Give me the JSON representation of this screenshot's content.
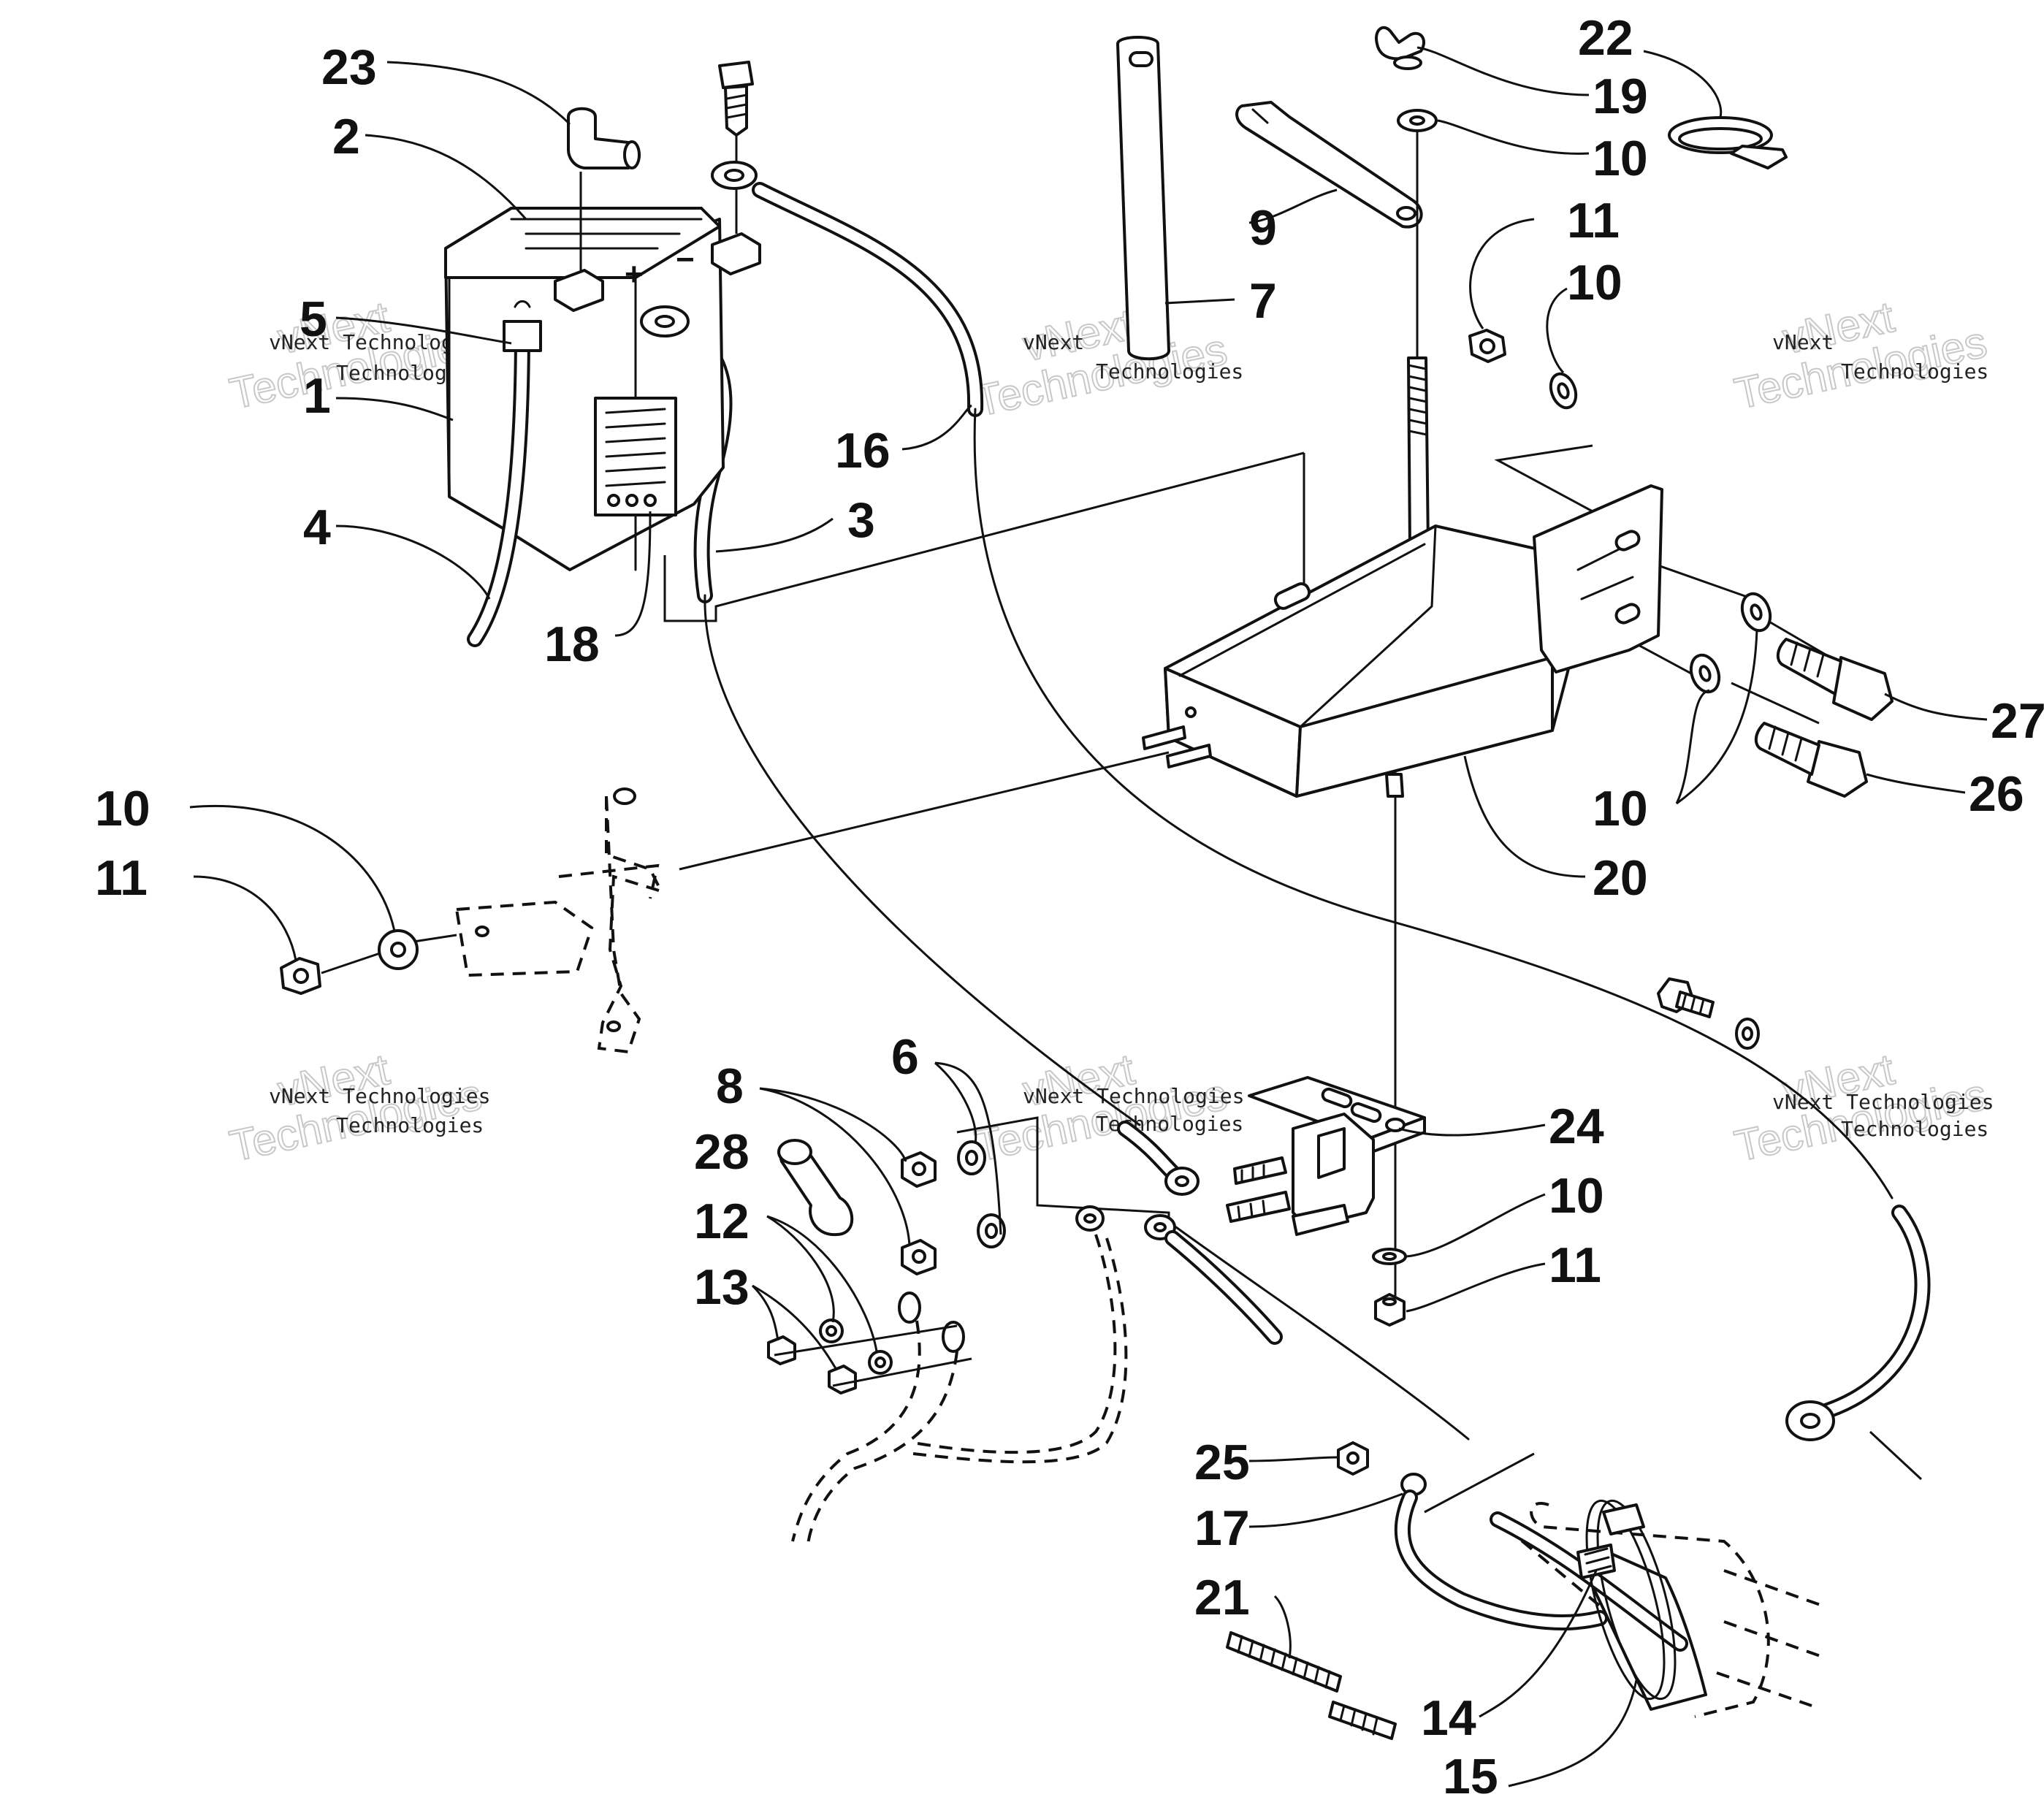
{
  "diagram": {
    "callouts": [
      {
        "id": "c23",
        "label": "23"
      },
      {
        "id": "c2",
        "label": "2"
      },
      {
        "id": "c5",
        "label": "5"
      },
      {
        "id": "c1",
        "label": "1"
      },
      {
        "id": "c4",
        "label": "4"
      },
      {
        "id": "c18",
        "label": "18"
      },
      {
        "id": "c3",
        "label": "3"
      },
      {
        "id": "c16",
        "label": "16"
      },
      {
        "id": "c7",
        "label": "7"
      },
      {
        "id": "c9",
        "label": "9"
      },
      {
        "id": "c19",
        "label": "19"
      },
      {
        "id": "c10a",
        "label": "10"
      },
      {
        "id": "c22",
        "label": "22"
      },
      {
        "id": "c11a",
        "label": "11"
      },
      {
        "id": "c10b",
        "label": "10"
      },
      {
        "id": "c27",
        "label": "27"
      },
      {
        "id": "c26",
        "label": "26"
      },
      {
        "id": "c10c",
        "label": "10"
      },
      {
        "id": "c20",
        "label": "20"
      },
      {
        "id": "c10d",
        "label": "10"
      },
      {
        "id": "c11b",
        "label": "11"
      },
      {
        "id": "c6",
        "label": "6"
      },
      {
        "id": "c8",
        "label": "8"
      },
      {
        "id": "c28",
        "label": "28"
      },
      {
        "id": "c12",
        "label": "12"
      },
      {
        "id": "c13",
        "label": "13"
      },
      {
        "id": "c24",
        "label": "24"
      },
      {
        "id": "c10e",
        "label": "10"
      },
      {
        "id": "c11c",
        "label": "11"
      },
      {
        "id": "c25",
        "label": "25"
      },
      {
        "id": "c17",
        "label": "17"
      },
      {
        "id": "c21",
        "label": "21"
      },
      {
        "id": "c14",
        "label": "14"
      },
      {
        "id": "c15",
        "label": "15"
      }
    ],
    "watermark": {
      "line1": "vNext Technologies",
      "line2": "vNext",
      "line3": "Technologies"
    }
  }
}
